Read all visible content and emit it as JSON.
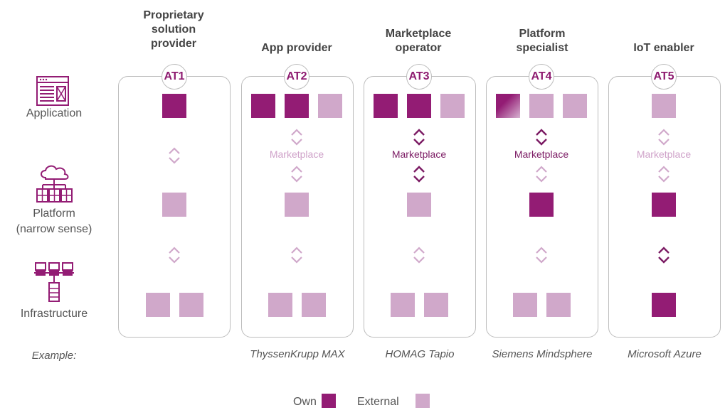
{
  "rows": {
    "application": "Application",
    "platform_line1": "Platform",
    "platform_line2": "(narrow sense)",
    "infrastructure": "Infrastructure",
    "example": "Example:"
  },
  "columns": [
    {
      "title_lines": [
        "Proprietary",
        "solution",
        "provider"
      ],
      "badge": "AT1",
      "example": ""
    },
    {
      "title_lines": [
        "App provider"
      ],
      "badge": "AT2",
      "example": "ThyssenKrupp MAX"
    },
    {
      "title_lines": [
        "Marketplace",
        "operator"
      ],
      "badge": "AT3",
      "example": "HOMAG Tapio"
    },
    {
      "title_lines": [
        "Platform",
        "specialist"
      ],
      "badge": "AT4",
      "example": "Siemens Mindsphere"
    },
    {
      "title_lines": [
        "IoT enabler"
      ],
      "badge": "AT5",
      "example": "Microsoft Azure"
    }
  ],
  "marketplace_label": "Marketplace",
  "legend": {
    "own": "Own",
    "external": "External"
  },
  "colors": {
    "own": "#931c74",
    "external": "#d0a8ca",
    "marketplace_dark": "#7b1a63",
    "marketplace_light": "#cfa2c9"
  },
  "icons": {
    "application": "application-window-icon",
    "platform": "cloud-network-icon",
    "infrastructure": "server-network-icon"
  }
}
